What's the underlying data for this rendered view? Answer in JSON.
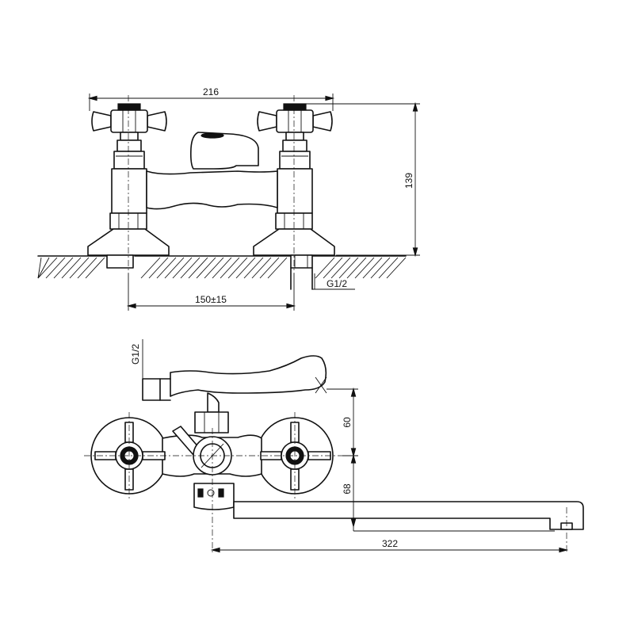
{
  "dimensions": {
    "front_width": "216",
    "front_height": "139",
    "center_distance": "150±15",
    "front_thread": "G1/2",
    "top_thread": "G1/2",
    "top_upper": "60",
    "top_lower": "68",
    "spout_reach": "322"
  }
}
